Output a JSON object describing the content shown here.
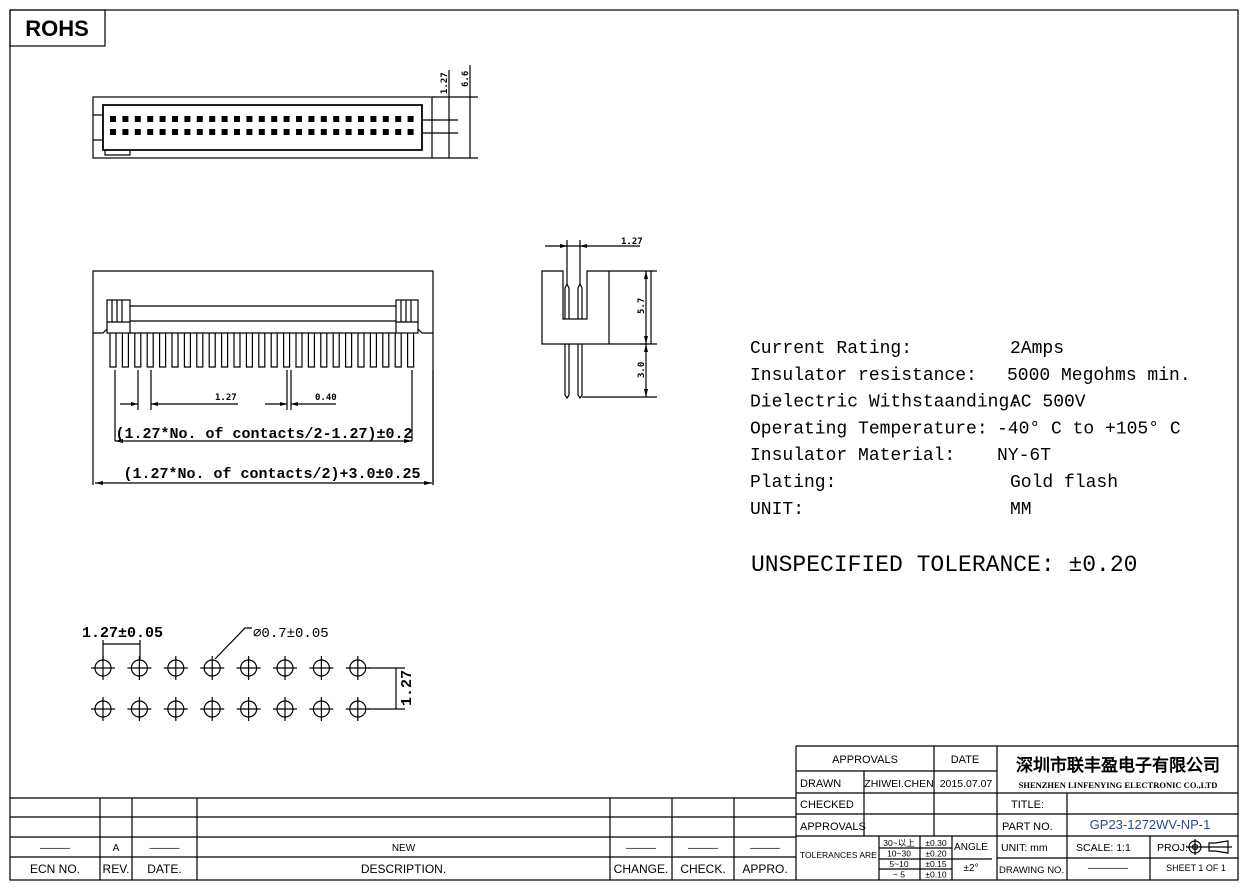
{
  "badge": "ROHS",
  "top_view": {
    "dim_pitch": "1.27",
    "dim_height": "6.6",
    "pins_per_row": 25,
    "rows": 2
  },
  "front_view": {
    "dim_pitch": "1.27",
    "dim_pin_width": "0.40",
    "formula_inner": "(1.27*No. of contacts/2-1.27)±0.2",
    "formula_outer": "(1.27*No. of contacts/2)+3.0±0.25",
    "pin_count": 25
  },
  "side_view": {
    "dim_pitch": "1.27",
    "dim_body": "5.7",
    "dim_tail": "3.0"
  },
  "specs": [
    {
      "label": "Current Rating:",
      "value": "2Amps"
    },
    {
      "label": "Insulator resistance:",
      "value": "5000 Megohms min."
    },
    {
      "label": "Dielectric Withstaanding:",
      "value": "AC 500V"
    },
    {
      "label": "Operating Temperature:",
      "value": "-40° C to +105° C"
    },
    {
      "label": "Insulator Material:",
      "value": "NY-6T"
    },
    {
      "label": "Plating:",
      "value": "Gold flash"
    },
    {
      "label": "UNIT:",
      "value": "MM"
    }
  ],
  "tolerance_note": "UNSPECIFIED TOLERANCE: ±0.20",
  "pcb_layout": {
    "pitch_label": "1.27±0.05",
    "hole_label": "∅0.7±0.05",
    "row_pitch_label": "1.27",
    "columns": 8,
    "rows": 2
  },
  "revision_table": {
    "headers": [
      "ECN NO.",
      "REV.",
      "DATE.",
      "DESCRIPTION.",
      "CHANGE.",
      "CHECK.",
      "APPRO."
    ],
    "row": [
      "———",
      "A",
      "———",
      "NEW",
      "———",
      "———",
      "———"
    ]
  },
  "title_block": {
    "approvals_header": "APPROVALS",
    "date_header": "DATE",
    "drawn_label": "DRAWN",
    "drawn_by": "ZHIWEI.CHEN",
    "drawn_date": "2015.07.07",
    "checked_label": "CHECKED",
    "approvals_label": "APPROVALS",
    "company_cn": "深圳市联丰盈电子有限公司",
    "company_en": "SHENZHEN LINFENYING ELECTRONIC CO.,LTD",
    "title_label": "TITLE:",
    "part_no_label": "PART NO.",
    "part_no": "GP23-1272WV-NP-1",
    "tolerances_label": "TOLERANCES ARE",
    "tolerances": [
      {
        "range": "30~以上",
        "value": "±0.30"
      },
      {
        "range": "10~30",
        "value": "±0.20"
      },
      {
        "range": "5~10",
        "value": "±0.15"
      },
      {
        "range": "~ 5",
        "value": "±0.10"
      }
    ],
    "angle_label": "ANGLE",
    "angle_value": "±2°",
    "unit_label": "UNIT:  mm",
    "scale_label": "SCALE:   1:1",
    "proj_label": "PROJ:",
    "drawing_no_label": "DRAWING NO.",
    "drawing_no": "————",
    "sheet_label": "SHEET   1  OF  1"
  }
}
